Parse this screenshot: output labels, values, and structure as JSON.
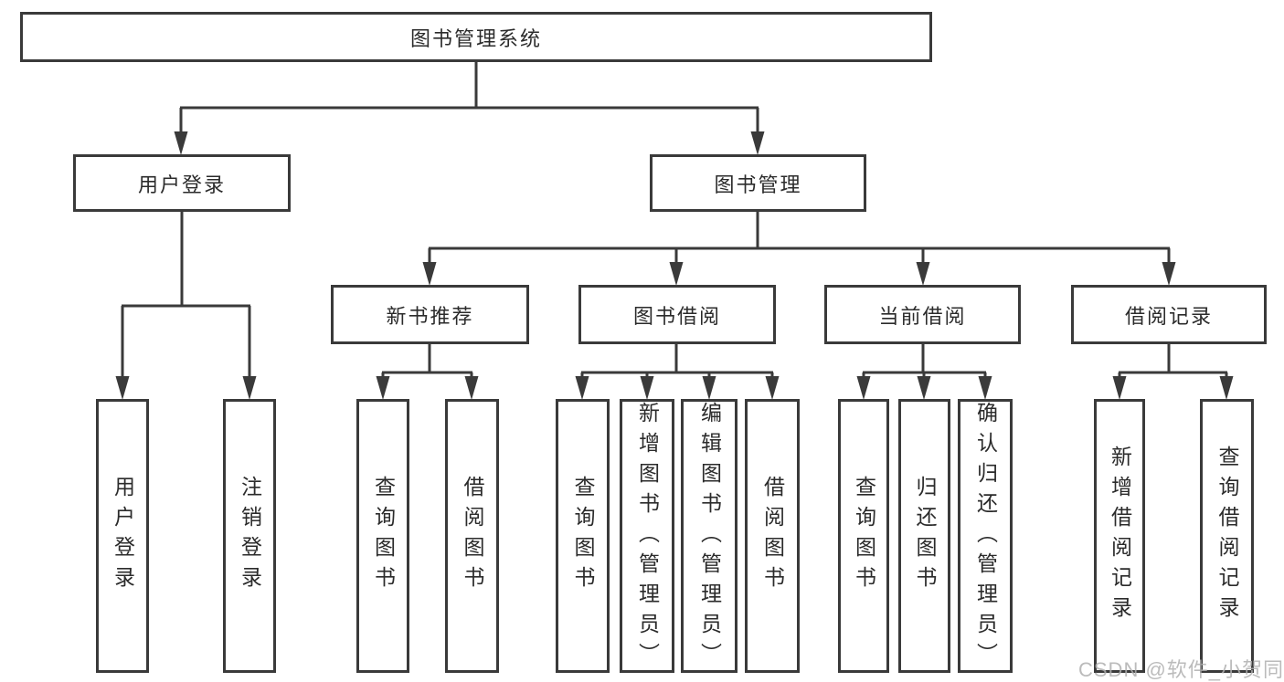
{
  "diagram": {
    "title": "图书管理系统",
    "level2": [
      {
        "label": "用户登录",
        "children": [
          "用户登录",
          "注销登录"
        ]
      },
      {
        "label": "图书管理",
        "children": [
          {
            "label": "新书推荐",
            "children": [
              "查询图书",
              "借阅图书"
            ]
          },
          {
            "label": "图书借阅",
            "children": [
              "查询图书",
              "新增图书（管理员）",
              "编辑图书（管理员）",
              "借阅图书"
            ]
          },
          {
            "label": "当前借阅",
            "children": [
              "查询图书",
              "归还图书",
              "确认归还（管理员）"
            ]
          },
          {
            "label": "借阅记录",
            "children": [
              "新增借阅记录",
              "查询借阅记录"
            ]
          }
        ]
      }
    ],
    "colors": {
      "line": "#3a3a3a",
      "box_border": "#3a3a3a",
      "text": "#2b2b2b",
      "background": "#ffffff",
      "watermark": "#b0b0b0"
    }
  },
  "watermark": {
    "text": "CSDN @软件_小贺同学"
  }
}
